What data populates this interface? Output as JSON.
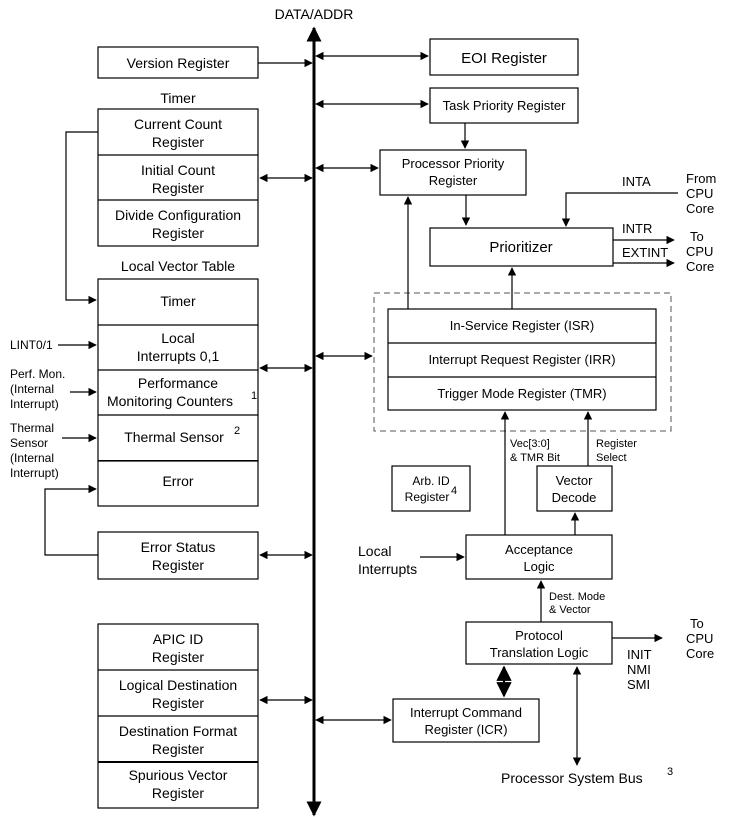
{
  "bus_label": "DATA/ADDR",
  "left": {
    "version_register": "Version Register",
    "timer_heading": "Timer",
    "current_count": [
      "Current Count",
      "Register"
    ],
    "initial_count": [
      "Initial Count",
      "Register"
    ],
    "divide_config": [
      "Divide Configuration",
      "Register"
    ],
    "lvt_heading": "Local Vector Table",
    "lvt_timer": "Timer",
    "local_interrupts": [
      "Local",
      "Interrupts 0,1"
    ],
    "perf_counters": [
      "Performance",
      "Monitoring Counters"
    ],
    "perf_counters_sup": "1",
    "thermal_sensor": "Thermal Sensor",
    "thermal_sensor_sup": "2",
    "error": "Error",
    "error_status": [
      "Error Status",
      "Register"
    ],
    "apic_id": [
      "APIC ID",
      "Register"
    ],
    "logical_dest": [
      "Logical Destination",
      "Register"
    ],
    "dest_format": [
      "Destination Format",
      "Register"
    ],
    "spurious_vector": [
      "Spurious Vector",
      "Register"
    ]
  },
  "inputs": {
    "lint": "LINT0/1",
    "perf_mon": [
      "Perf. Mon.",
      "(Internal",
      "Interrupt)"
    ],
    "thermal": [
      "Thermal",
      "Sensor",
      "(Internal",
      "Interrupt)"
    ]
  },
  "right": {
    "eoi_register": "EOI Register",
    "task_priority": "Task Priority Register",
    "processor_priority": [
      "Processor Priority",
      "Register"
    ],
    "prioritizer": "Prioritizer",
    "inta": "INTA",
    "from_cpu": [
      "From",
      "CPU",
      "Core"
    ],
    "intr": "INTR",
    "extint": "EXTINT",
    "to_cpu_top": [
      "To",
      "CPU",
      "Core"
    ],
    "isr": "In-Service Register (ISR)",
    "irr": "Interrupt Request Register (IRR)",
    "tmr": "Trigger Mode Register (TMR)",
    "vec_label": [
      "Vec[3:0]",
      "& TMR Bit"
    ],
    "reg_select": [
      "Register",
      "Select"
    ],
    "arb_id": [
      "Arb. ID",
      "Register"
    ],
    "arb_id_sup": "4",
    "vector_decode": [
      "Vector",
      "Decode"
    ],
    "local_interrupts_in": [
      "Local",
      "Interrupts"
    ],
    "acceptance_logic": [
      "Acceptance",
      "Logic"
    ],
    "dest_mode": [
      "Dest. Mode",
      "& Vector"
    ],
    "protocol_logic": [
      "Protocol",
      "Translation Logic"
    ],
    "init_nmi_smi": [
      "INIT",
      "NMI",
      "SMI"
    ],
    "to_cpu_bottom": [
      "To",
      "CPU",
      "Core"
    ],
    "icr": [
      "Interrupt Command",
      "Register (ICR)"
    ],
    "system_bus": "Processor System Bus",
    "system_bus_sup": "3"
  }
}
